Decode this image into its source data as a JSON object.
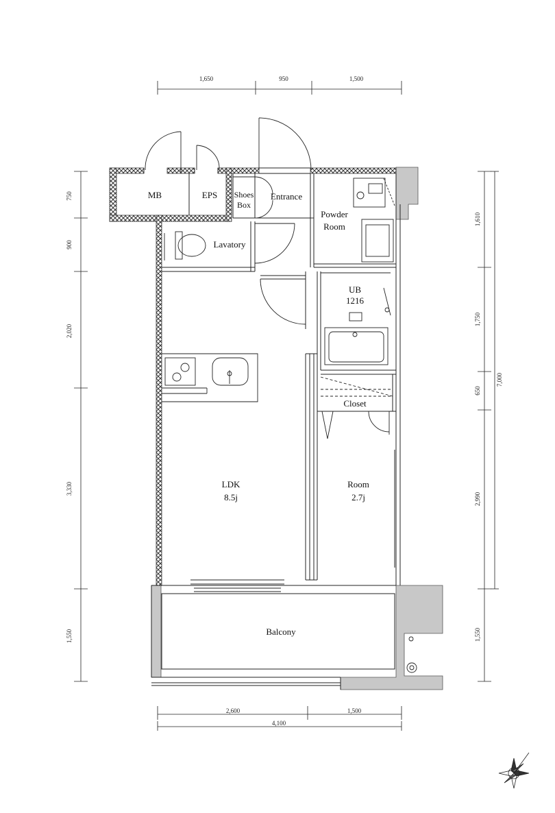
{
  "dimensions": {
    "top": [
      "1,650",
      "950",
      "1,500"
    ],
    "bottom": [
      "2,600",
      "1,500"
    ],
    "bottom_total": "4,100",
    "left": [
      "750",
      "900",
      "2,020",
      "3,330",
      "1,550"
    ],
    "right": [
      "1,610",
      "1,750",
      "650",
      "2,990",
      "1,550"
    ],
    "right_total": "7,000"
  },
  "rooms": {
    "mb": "MB",
    "eps": "EPS",
    "shoes_box_line1": "Shoes",
    "shoes_box_line2": "Box",
    "entrance": "Entrance",
    "powder_room_line1": "Powder",
    "powder_room_line2": "Room",
    "lavatory": "Lavatory",
    "ub_line1": "UB",
    "ub_line2": "1216",
    "closet": "Closet",
    "ldk_line1": "LDK",
    "ldk_line2": "8.5j",
    "room_line1": "Room",
    "room_line2": "2.7j",
    "balcony": "Balcony"
  },
  "colors": {
    "wall_hatch": "#3a3a3a",
    "structure": "#c8c8c8",
    "line": "#222222"
  }
}
